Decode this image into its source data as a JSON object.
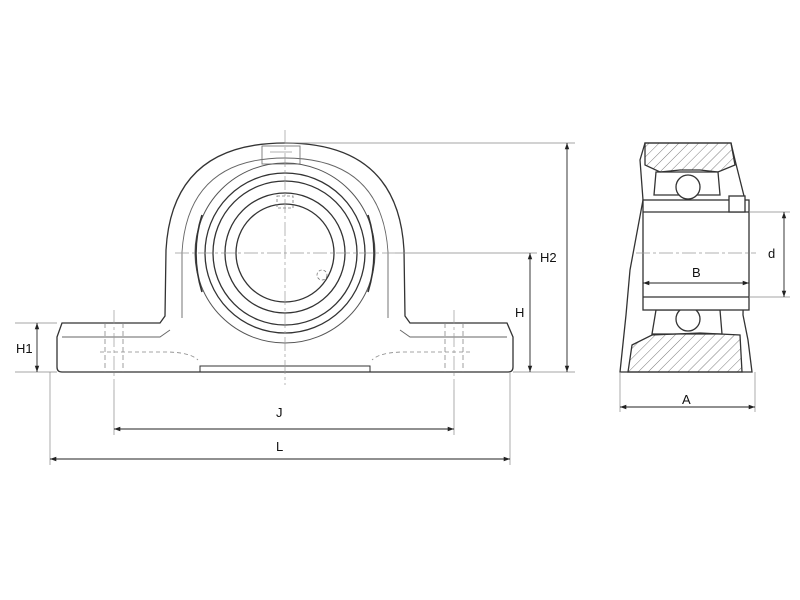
{
  "labels": {
    "H1": "H1",
    "H": "H",
    "H2": "H2",
    "J": "J",
    "L": "L",
    "B": "B",
    "d": "d",
    "A": "A"
  }
}
